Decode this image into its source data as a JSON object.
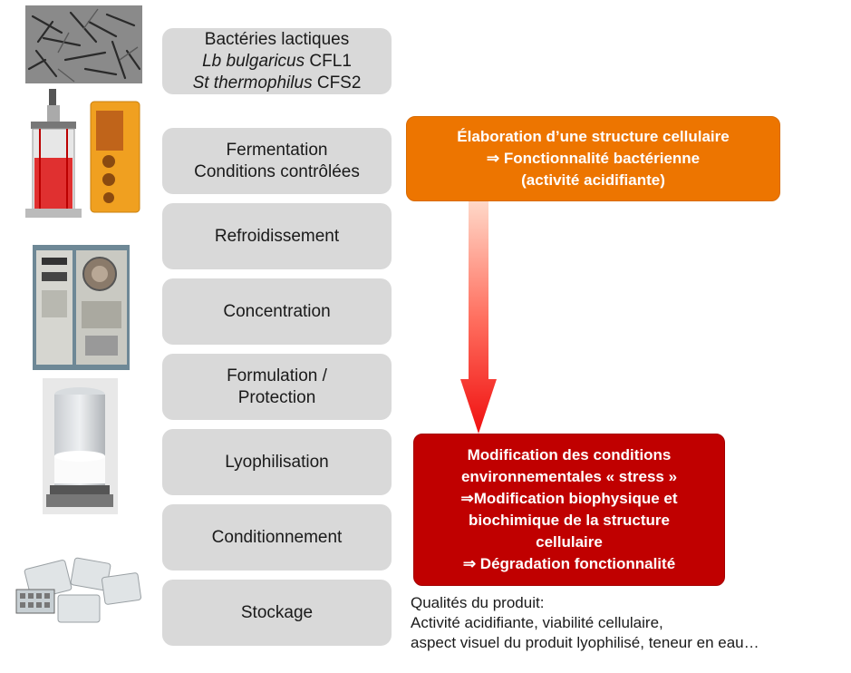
{
  "steps": [
    {
      "label": "Bactéries lactiques",
      "line2_italic": "Lb bulgaricus",
      "line2_rest": " CFL1",
      "line3_italic": "St thermophilus",
      "line3_rest": " CFS2"
    },
    {
      "line1": "Fermentation",
      "line2": "Conditions contrôlées"
    },
    {
      "line1": "Refroidissement"
    },
    {
      "line1": "Concentration"
    },
    {
      "line1": "Formulation /",
      "line2": "Protection"
    },
    {
      "line1": "Lyophilisation"
    },
    {
      "line1": "Conditionnement"
    },
    {
      "line1": "Stockage"
    }
  ],
  "orange_box": {
    "line1": "Élaboration d’une structure cellulaire",
    "line2": "⇒ Fonctionnalité bactérienne",
    "line3": "(activité acidifiante)",
    "color": "#ed7500"
  },
  "red_box": {
    "line1": "Modification des conditions",
    "line2": "environnementales « stress »",
    "line3": "⇒Modification biophysique et",
    "line4": "biochimique de la structure",
    "line5": "cellulaire",
    "line6": "⇒ Dégradation fonctionnalité",
    "color": "#c00000"
  },
  "qualities": {
    "line1": "Qualités du produit:",
    "line2": "Activité acidifiante, viabilité cellulaire,",
    "line3": "aspect visuel du produit lyophilisé, teneur en eau…"
  },
  "icons": [
    "micrograph-icon",
    "bioreactor-icon",
    "freeze-dryer-icon",
    "powder-vial-icon",
    "packaging-icon"
  ]
}
